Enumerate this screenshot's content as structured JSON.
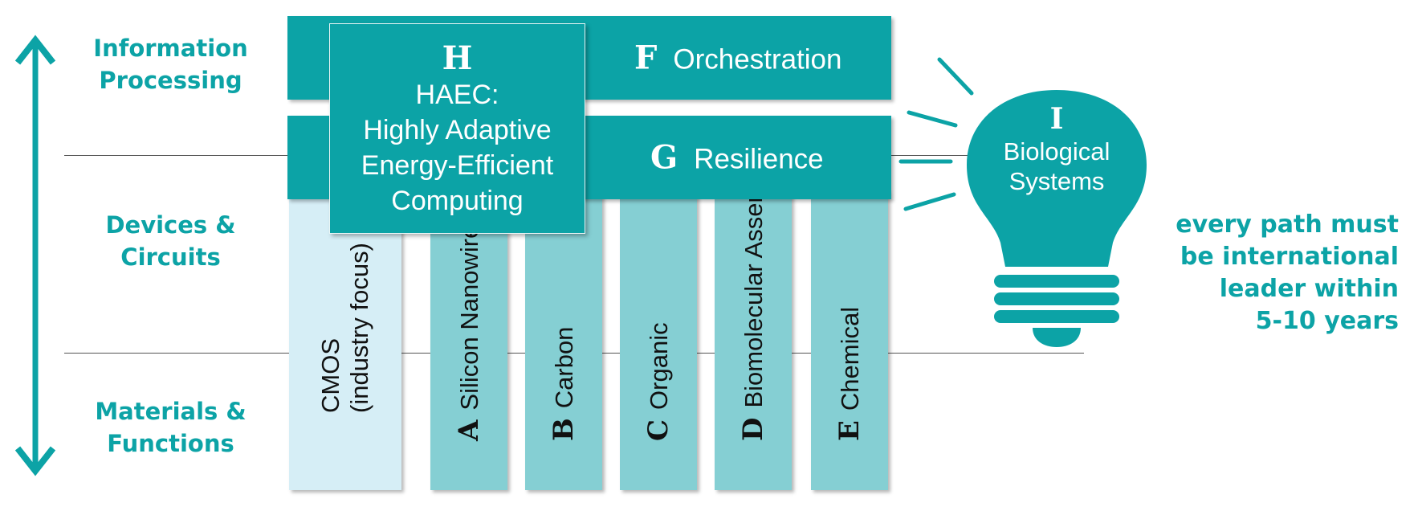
{
  "levels": {
    "top": "Information\nProcessing",
    "middle": "Devices &\nCircuits",
    "bottom": "Materials &\nFunctions"
  },
  "paths": [
    {
      "letter": "",
      "name": "CMOS",
      "sub": "(industry focus)"
    },
    {
      "letter": "A",
      "name": "Silicon Nanowires"
    },
    {
      "letter": "B",
      "name": "Carbon"
    },
    {
      "letter": "C",
      "name": "Organic"
    },
    {
      "letter": "D",
      "name": "Biomolecular Assembly"
    },
    {
      "letter": "E",
      "name": "Chemical"
    }
  ],
  "bands": {
    "orchestration": {
      "letter": "F",
      "label": "Orchestration"
    },
    "resilience": {
      "letter": "G",
      "label": "Resilience"
    }
  },
  "haec": {
    "letter": "H",
    "title": "HAEC:",
    "desc": "Highly Adaptive\nEnergy-Efficient\nComputing"
  },
  "bio": {
    "letter": "I",
    "label": "Biological\nSystems"
  },
  "note": "every path must\nbe international\nleader within\n5-10 years",
  "colors": {
    "teal": "#0ca3a6",
    "light_teal": "#85cfd3",
    "cmos_fill": "#d6eef6"
  }
}
